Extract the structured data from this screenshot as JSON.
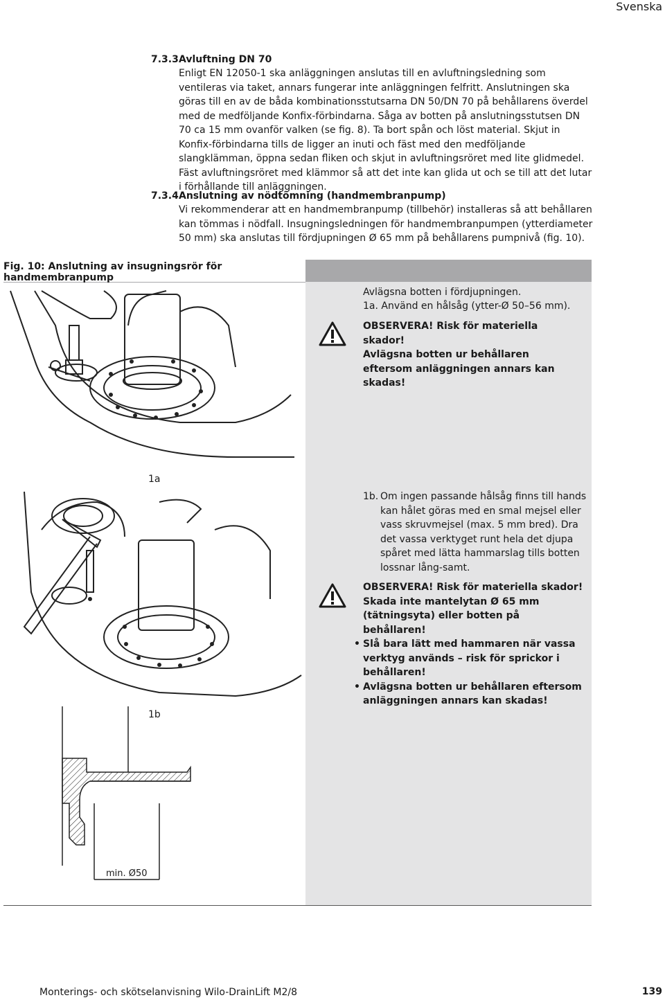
{
  "header": {
    "language": "Svenska"
  },
  "section_733": {
    "number": "7.3.3",
    "title": "Avluftning DN 70",
    "body": "Enligt EN 12050-1 ska anläggningen anslutas till en avluftningsledning som ventileras via taket, annars fungerar inte anläggningen felfritt. Anslutningen ska göras till en av de båda kombinationsstutsarna DN 50/DN 70 på behållarens överdel med de medföljande Konfix-förbindarna. Såga av botten på anslutningsstutsen DN 70 ca 15 mm ovanför valken (se fig. 8). Ta bort spån och löst material. Skjut in Konfix-förbindarna tills de ligger an inuti och fäst med den medföljande slangklämman, öppna sedan fliken och skjut in avluftningsröret med lite glidmedel. Fäst avluftningsröret med klämmor så att det inte kan glida ut och se till att det lutar i förhållande till anläggningen."
  },
  "section_734": {
    "number": "7.3.4",
    "title": "Anslutning av nödtömning (handmembranpump)",
    "body": "Vi rekommenderar att en handmembranpump (tillbehör) installeras så att behållaren kan tömmas i nödfall. Insugningsledningen för handmembranpumpen (ytterdiameter 50 mm) ska anslutas till fördjupningen Ø 65 mm på behållarens pumpnivå (fig. 10)."
  },
  "figure": {
    "caption": "Fig. 10: Anslutning av insugningsrör för handmembranpump",
    "label_1a": "1a",
    "label_1b": "1b",
    "dimension": "min. Ø50"
  },
  "instructions": {
    "intro": "Avlägsna botten i fördjupningen.",
    "step_1a": "1a. Använd en hålsåg (ytter-Ø 50–56 mm).",
    "warning1": {
      "line1": "OBSERVERA! Risk för materiella skador!",
      "line2": "Avlägsna botten ur behållaren eftersom anläggningen annars kan skadas!"
    },
    "step_1b_num": "1b.",
    "step_1b": "Om ingen passande hålsåg finns till hands kan hålet göras med en smal mejsel eller vass skruvmejsel (max. 5 mm bred). Dra det vassa verktyget runt hela det djupa spåret med lätta hammarslag tills botten lossnar lång-samt.",
    "warning2": {
      "line1": "OBSERVERA! Risk för materiella skador!",
      "line2": "Skada inte mantelytan Ø 65 mm (tätningsyta) eller botten på behållaren!",
      "bullets": [
        "Slå bara lätt med hammaren när vassa verktyg används – risk för sprickor i behållaren!",
        "Avlägsna botten ur behållaren eftersom anläggningen annars kan skadas!"
      ]
    }
  },
  "footer": {
    "doc_title": "Monterings- och skötselanvisning Wilo-DrainLift M2/8",
    "page_number": "139"
  }
}
